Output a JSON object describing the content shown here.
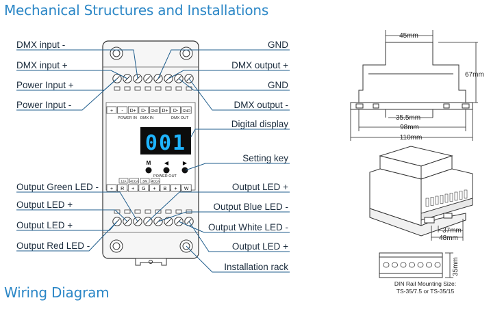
{
  "headings": {
    "mechanical": "Mechanical Structures and Installations",
    "wiring": "Wiring Diagram"
  },
  "labels_left": [
    "DMX input -",
    "DMX input +",
    "Power Input +",
    "Power Input -",
    "Output Green LED -",
    "Output LED +",
    "Output LED +",
    "Output Red LED -"
  ],
  "labels_right": [
    "GND",
    "DMX output +",
    "GND",
    "DMX output -",
    "Digital display",
    "Setting key",
    "Output LED +",
    "Output Blue LED -",
    "Output White LED -",
    "Output LED +",
    "Installation rack"
  ],
  "device": {
    "top_terminals": [
      "+",
      "-",
      "D+",
      "D-",
      "GND",
      "D+",
      "D-",
      "GND"
    ],
    "power_in": "POWER IN",
    "dmx_in": "DMX IN",
    "dmx_out": "DMX OUT",
    "display": "001",
    "key_labels": [
      "M",
      "◀",
      "▶"
    ],
    "power_out": "POWER OUT",
    "bottom_terminals": [
      "+",
      "R",
      "+",
      "G",
      "+",
      "B",
      "+",
      "W"
    ],
    "bottom_tags": [
      "12A",
      "4CCA",
      "3W",
      "4CCA"
    ]
  },
  "dimensions": {
    "top_width": "45mm",
    "height": "67mm",
    "inner": "35.5mm",
    "mid": "98mm",
    "total": "110mm",
    "rail_inner": "37mm",
    "rail_outer": "48mm",
    "rail_height": "35mm"
  },
  "rail_note": {
    "line1": "DIN Rail Mounting Size:",
    "line2": "TS-35/7.5 or TS-35/15"
  },
  "colors": {
    "heading": "#2a86c6",
    "display": "#1fb4ff",
    "leader": "#1f5d8c"
  }
}
